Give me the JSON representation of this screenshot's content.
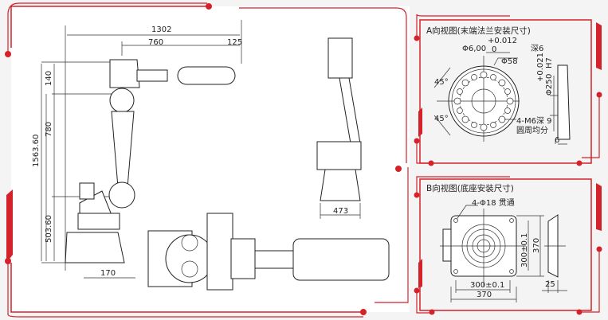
{
  "colors": {
    "accent": "#d3222a",
    "line": "#222222",
    "background": "#ffffff"
  },
  "side_view": {
    "dim_total_reach": "1302",
    "dim_arm": "760",
    "dim_wrist": "125",
    "dim_forearm_offset": "140",
    "dim_upper_arm": "780",
    "dim_total_height": "1563.60",
    "dim_base_height": "503.60",
    "dim_base_offset": "170"
  },
  "rear_view": {
    "dim_base_width": "473"
  },
  "panel_a": {
    "title": "A向视图(末端法兰安装尺寸)",
    "pin_hole": "Φ6,00",
    "pin_tol_upper": "+0.012",
    "pin_tol_lower": "0",
    "pin_depth": "深6",
    "pcd": "Φ58",
    "angle_top": "45°",
    "angle_bottom": "45°",
    "thread_spec": "4-M6深 9",
    "thread_note": "圆周均分",
    "bore": "Φ25",
    "bore_tol_upper": "+0.021",
    "bore_tol_lower": "0",
    "bore_fit": "H7",
    "flange_thickness": "6"
  },
  "panel_b": {
    "title": "B向视图(底座安装尺寸)",
    "hole_spec": "4-Φ18 贯通",
    "hole_spacing_v": "300±0.1",
    "outer_v": "370",
    "hole_spacing_h": "300±0.1",
    "outer_h": "370",
    "side_thickness": "25"
  }
}
